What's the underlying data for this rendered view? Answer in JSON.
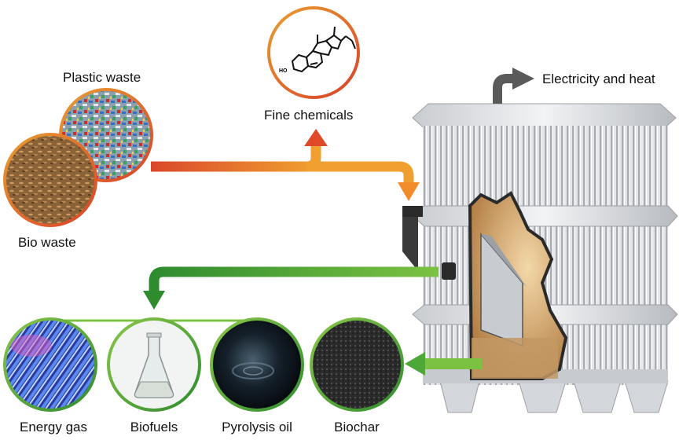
{
  "inputs": {
    "plastic_label": "Plastic waste",
    "bio_label": "Bio waste"
  },
  "outputs": {
    "fine_chemicals_label": "Fine chemicals",
    "molecule_label": "HO",
    "electricity_label": "Electricity and heat",
    "energy_gas_label": "Energy gas",
    "biofuels_label": "Biofuels",
    "pyrolysis_oil_label": "Pyrolysis oil",
    "biochar_label": "Biochar"
  },
  "colors": {
    "orange_start": "#d9482a",
    "orange_end": "#f0a030",
    "green_dark": "#2e8b2e",
    "green_light": "#7cc242",
    "arrow_gray": "#5a5a5a",
    "ring_orange": "#e0602a",
    "ring_green": "#5aab3a"
  },
  "icons": [
    "molecule-icon",
    "flask-icon",
    "reactor-icon"
  ]
}
